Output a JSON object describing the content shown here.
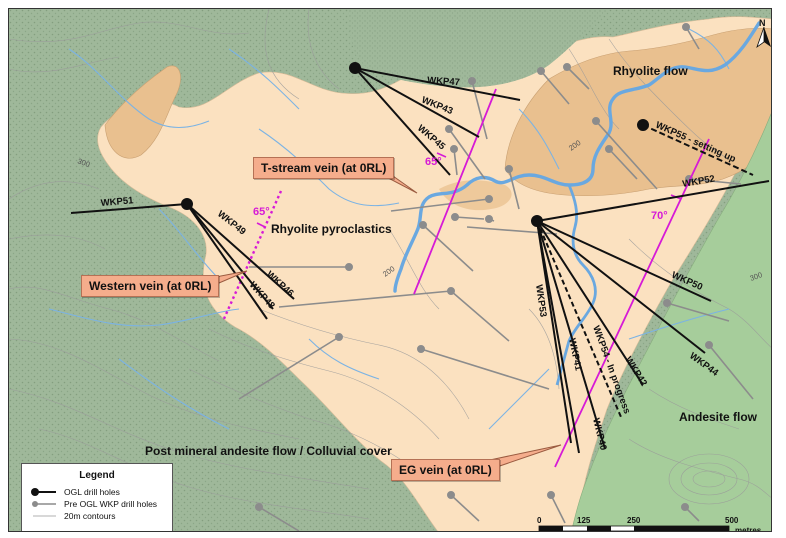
{
  "units": {
    "rhyolite_flow": "Rhyolite flow",
    "rhyolite_pyroclastics": "Rhyolite pyroclastics",
    "andesite_flow": "Andesite flow",
    "post_mineral": "Post mineral andesite flow / Colluvial cover"
  },
  "veins": {
    "t_stream": "T-stream vein (at 0RL)",
    "western": "Western vein (at 0RL)",
    "eg": "EG vein (at 0RL)"
  },
  "dips": [
    "65°",
    "65°",
    "70°"
  ],
  "contours": [
    "300",
    "200",
    "200",
    "300",
    "200"
  ],
  "drill_holes": {
    "wkp47": "WKP47",
    "wkp43": "WKP43",
    "wkp45": "WKP45",
    "wkp51": "WKP51",
    "wkp49": "WKP49",
    "wkp46": "WKP46",
    "wkp48": "WKP48",
    "wkp55": "WKP55 - setting up",
    "wkp52": "WKP52",
    "wkp50": "WKP50",
    "wkp53": "WKP53",
    "wkp41": "WKP41",
    "wkp54": "WKP54 - In progress",
    "wkp42": "WKP42",
    "wkp40": "WKP40",
    "wkp44": "WKP44"
  },
  "legend": {
    "title": "Legend",
    "ogl": "OGL drill holes",
    "pre_ogl": "Pre OGL WKP drill holes",
    "contours": "20m contours"
  },
  "scale": {
    "ticks": [
      "0",
      "125",
      "250",
      "500"
    ],
    "unit": "metres"
  },
  "north": "N",
  "colors": {
    "pyroclastic": "#fbe1c0",
    "rhyolite_flow": "#e9c08f",
    "andesite": "#9fb89a",
    "water": "#6aa8e0",
    "vein": "#d61ad6",
    "callout": "#f5ad8c"
  }
}
